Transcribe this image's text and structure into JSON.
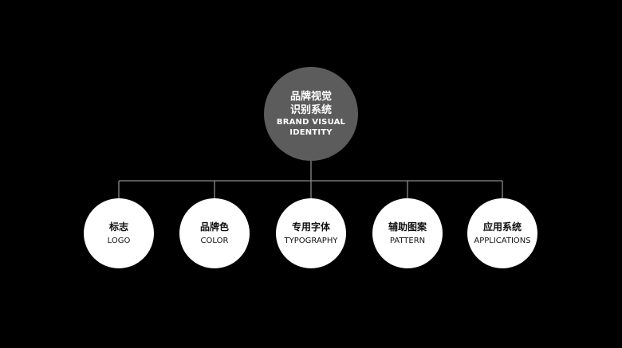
{
  "root": {
    "lines_zh": [
      "品牌视觉",
      "识别系统"
    ],
    "lines_en": [
      "BRAND VISUAL",
      "IDENTITY"
    ]
  },
  "children": [
    {
      "zh": "标志",
      "en": "LOGO"
    },
    {
      "zh": "品牌色",
      "en": "COLOR"
    },
    {
      "zh": "专用字体",
      "en": "TYPOGRAPHY"
    },
    {
      "zh": "辅助图案",
      "en": "PATTERN"
    },
    {
      "zh": "应用系统",
      "en": "APPLICATIONS"
    }
  ],
  "colors": {
    "background": "#000000",
    "root_fill": "#5c5c5c",
    "child_fill": "#ffffff",
    "connector": "#8a8a8a"
  }
}
